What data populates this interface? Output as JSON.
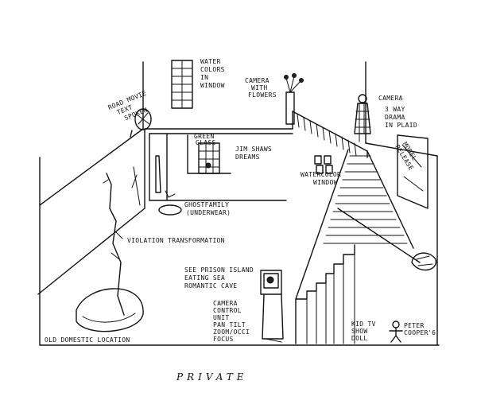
{
  "labels": {
    "road_movie": [
      "ROAD MOVIE",
      "TEXT",
      "SPOKEN"
    ],
    "water_colors": [
      "WATER",
      "COLORS",
      "IN",
      "WINDOW"
    ],
    "camera_flowers": [
      "CAMERA",
      "WITH",
      "FLOWERS"
    ],
    "camera_drama": [
      "CAMERA",
      "3 WAY",
      "DRAMA",
      "IN PLAID"
    ],
    "model_release": [
      "MODEL",
      "RELEASE"
    ],
    "green_glass": [
      "GREEN",
      "GLASS"
    ],
    "jim_shaw": [
      "JIM SHAWS",
      "DREAMS"
    ],
    "watercolor_window": [
      "WATERCOLOR",
      "WINDOW"
    ],
    "ghost_family": [
      "GHOSTFAMILY",
      "(UNDERWEAR)"
    ],
    "violation": "VIOLATION TRANSFORMATION",
    "prison_island": [
      "SEE PRISON ISLAND",
      "EATING SEA",
      "ROMANTIC CAVE"
    ],
    "camera_control": [
      "CAMERA",
      "CONTROL",
      "UNIT",
      "PAN TILT",
      "ZOOM/OCCI",
      "FOCUS"
    ],
    "kid_tv": [
      "KID TV",
      "SHOW",
      "DOLL"
    ],
    "peter_cooper": [
      "PETER",
      "COOPER"
    ],
    "signature_num": "'6",
    "old_domestic": "OLD DOMESTIC LOCATION",
    "title": "PRIVATE"
  }
}
